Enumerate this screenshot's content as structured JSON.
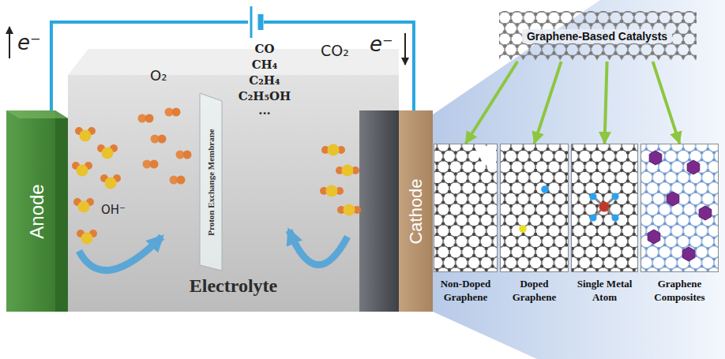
{
  "diagram": {
    "nodes": [
      {
        "text": [
          "Anode"
        ]
      },
      {
        "text": [
          "Electrolyte"
        ]
      },
      {
        "text": [
          "Proton Exchange Membrane"
        ],
        "in": 1
      },
      {
        "text": [
          "Cathode"
        ]
      },
      {
        "text": [
          "Graphene-Based Catalysts"
        ]
      },
      {
        "text": [
          "Non-Doped Graphene"
        ]
      },
      {
        "text": [
          "Doped Graphene"
        ]
      },
      {
        "text": [
          "Single Metal Atom"
        ]
      },
      {
        "text": [
          "Graphene Composites"
        ]
      }
    ],
    "edges": [
      {
        "from": 0,
        "to": 3,
        "arrow": "none"
      },
      {
        "from": 4,
        "to": 5,
        "arrow": "to"
      },
      {
        "from": 4,
        "to": 6,
        "arrow": "to"
      },
      {
        "from": 4,
        "to": 7,
        "arrow": "to"
      },
      {
        "from": 4,
        "to": 8,
        "arrow": "to"
      }
    ],
    "labels": [
      "e⁻",
      "e⁻",
      "O₂",
      "OH⁻",
      "CO",
      "CH₄",
      "C₂H₄",
      "C₂H₅OH",
      "...",
      "CO₂"
    ]
  }
}
